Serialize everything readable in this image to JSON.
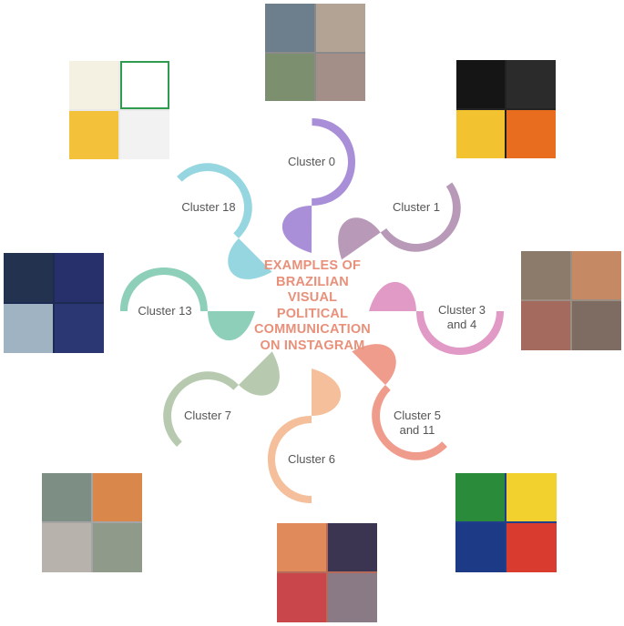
{
  "title_lines": [
    "EXAMPLES OF",
    "BRAZILIAN",
    "VISUAL",
    "POLITICAL",
    "COMMUNICATION",
    "ON INSTAGRAM"
  ],
  "clusters": [
    {
      "id": "c0",
      "lines": [
        "Cluster 0"
      ],
      "color": "#a98fd8"
    },
    {
      "id": "c1",
      "lines": [
        "Cluster 1"
      ],
      "color": "#b89ab8"
    },
    {
      "id": "c34",
      "lines": [
        "Cluster 3",
        "and 4"
      ],
      "color": "#e199c6"
    },
    {
      "id": "c511",
      "lines": [
        "Cluster 5",
        "and 11"
      ],
      "color": "#f09c8c"
    },
    {
      "id": "c6",
      "lines": [
        "Cluster 6"
      ],
      "color": "#f4bf9a"
    },
    {
      "id": "c7",
      "lines": [
        "Cluster 7"
      ],
      "color": "#b7cab0"
    },
    {
      "id": "c13",
      "lines": [
        "Cluster 13"
      ],
      "color": "#8ecfb9"
    },
    {
      "id": "c18",
      "lines": [
        "Cluster 18"
      ],
      "color": "#96d6e0"
    }
  ],
  "colors": {
    "title": "#e8907a",
    "label": "#555555",
    "bubble_fill": "#ffffff"
  }
}
